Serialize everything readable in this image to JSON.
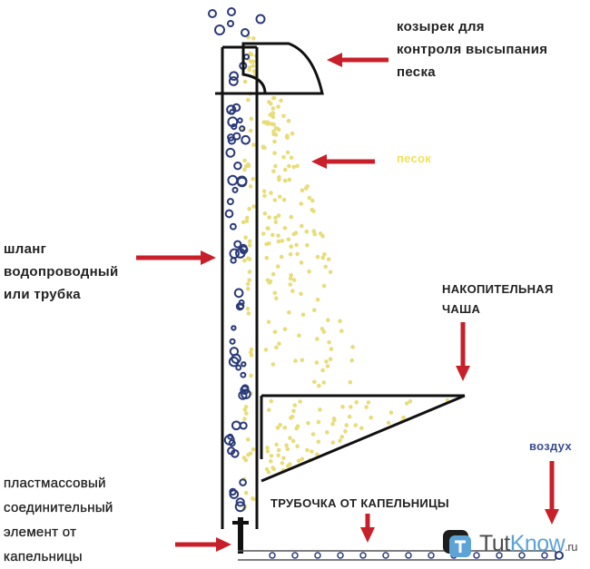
{
  "labels": {
    "visor": [
      "козырек  для",
      "контроля высыпания",
      "песка"
    ],
    "sand": "песок",
    "hose": [
      "шланг",
      "водопроводный",
      "или трубка"
    ],
    "bowl": [
      "НАКОПИТЕЛЬНАЯ",
      "ЧАША"
    ],
    "connector": [
      "пластмассовый",
      "соединительный",
      "элемент от",
      "капельницы"
    ],
    "tube": "ТРУБОЧКА ОТ КАПЕЛЬНИЦЫ",
    "air": "воздух"
  },
  "watermark": {
    "brand": "TutKnow",
    "brand_a": "Tut",
    "brand_b": "Know",
    "tld": ".ru"
  },
  "colors": {
    "outline": "#111111",
    "arrow": "#c8202a",
    "sand": "#e8dd7a",
    "bubble": "#2a3a78",
    "sand_label": "#f2e15a",
    "air_label": "#3a4d8f",
    "logo_blue": "#5da3d6"
  },
  "icons": [
    "arrow-icon",
    "bubble-icon",
    "sand-grain-icon",
    "logo-icon"
  ]
}
